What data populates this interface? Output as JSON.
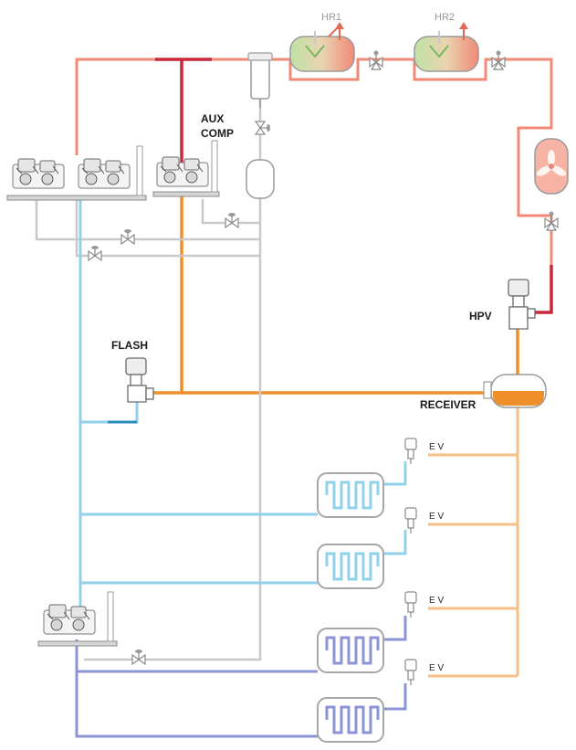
{
  "labels": {
    "aux_comp_line1": "AUX",
    "aux_comp_line2": "COMP",
    "flash": "FLASH",
    "receiver": "RECEIVER",
    "hpv": "HPV",
    "hr1": "HR1",
    "hr2": "HR2",
    "ev": "E V"
  },
  "colors": {
    "gas_cooler_line": "#f08a76",
    "hot_gas_line": "#c8283a",
    "medium_pressure_line": "#ee8f2a",
    "liquid_line": "#f6bf86",
    "medium_temp_suction": "#8fd2ea",
    "low_temp_suction": "#8c95d4",
    "bypass_line": "#c9c9c9",
    "receiver_fill": "#ee8f2a"
  },
  "icons": {
    "compressor": "compressor-rack-icon",
    "valve": "valve-icon",
    "three_way_valve": "three-way-valve-icon",
    "heat_recovery": "heat-recovery-exchanger-icon",
    "gas_cooler": "gas-cooler-fan-icon",
    "evaporator": "evaporator-coil-icon",
    "expansion_valve": "expansion-valve-icon",
    "oil_separator": "oil-separator-icon",
    "flash_tank": "flash-tank-icon"
  }
}
